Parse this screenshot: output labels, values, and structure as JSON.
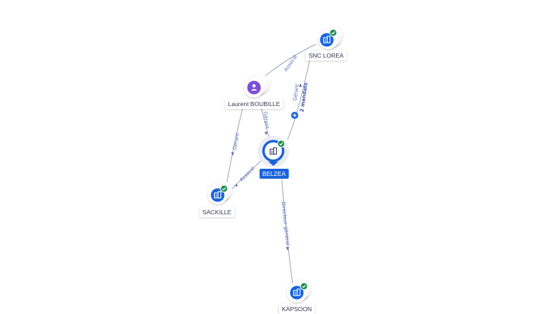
{
  "nodes": {
    "snc_lorea": {
      "label": "SNC LOREA",
      "type": "company",
      "verified": true
    },
    "laurent": {
      "label": "Laurent BOUBILLE",
      "type": "person"
    },
    "belzea": {
      "label": "BELZEA",
      "type": "company",
      "verified": true,
      "selected": true
    },
    "sackille": {
      "label": "SACKILLE",
      "type": "company",
      "verified": true
    },
    "kapsoon": {
      "label": "KAPSOON",
      "type": "company",
      "verified": true
    }
  },
  "edges": {
    "laurent_snc": {
      "label": "Associé"
    },
    "belzea_snc": {
      "label": "Gérant",
      "extra": "2 mandats"
    },
    "laurent_belzea": {
      "label": "Gérant"
    },
    "laurent_sackille": {
      "label": "Gérant"
    },
    "belzea_sackille": {
      "label": "Associé"
    },
    "belzea_kapsoon": {
      "label": "Directeur général"
    }
  },
  "colors": {
    "company": "#1a64db",
    "person": "#7b4fd8",
    "verified": "#1f8f4e",
    "edge": "#9aa3bd",
    "edge_label": "#5b6db8"
  },
  "icons": {
    "company": "building-icon",
    "person": "person-icon",
    "verified": "check-badge-icon",
    "expand": "plus-icon"
  }
}
